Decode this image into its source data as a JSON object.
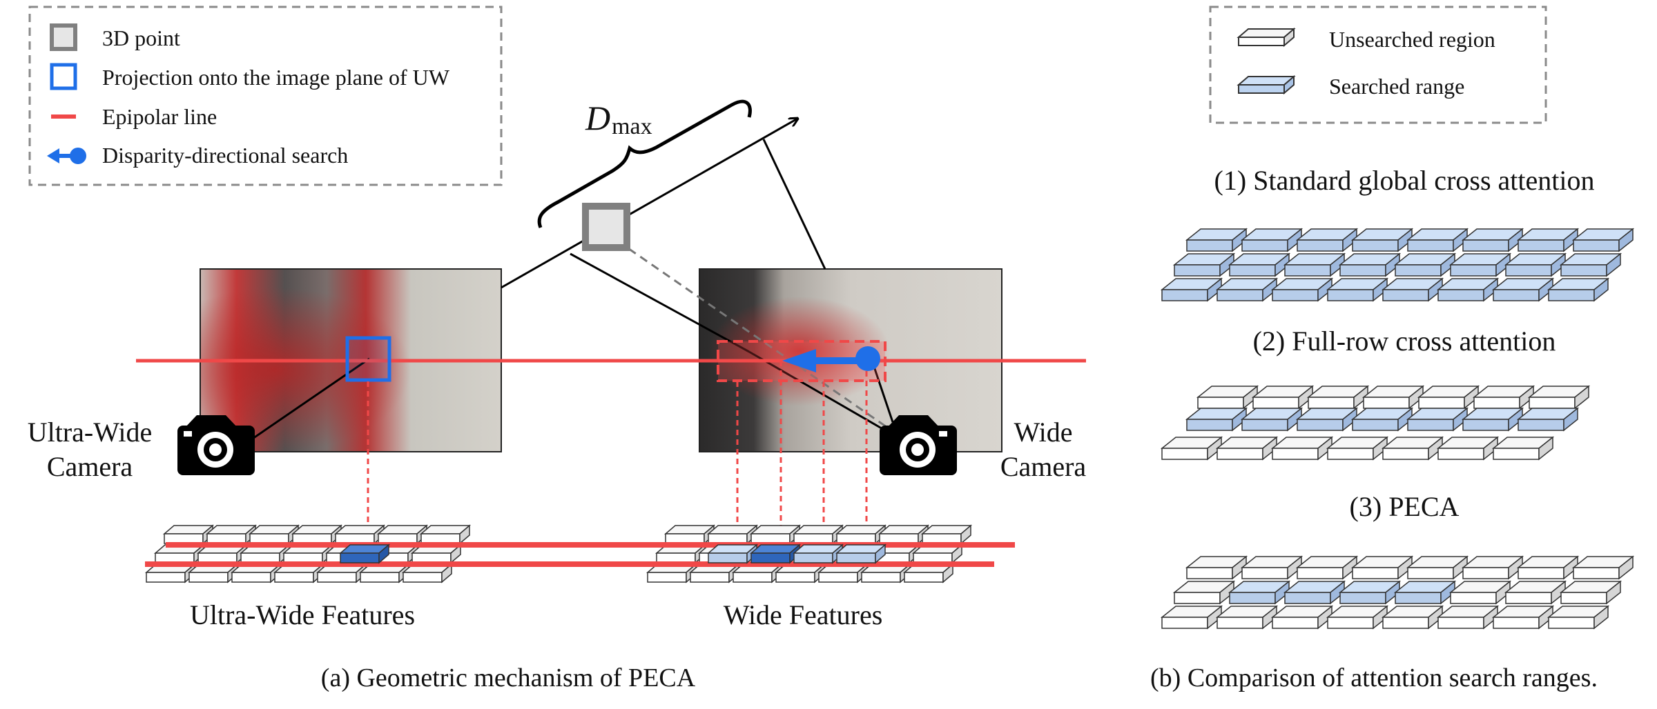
{
  "legend_left": [
    {
      "icon": "gray-square-icon",
      "label": "3D point"
    },
    {
      "icon": "blue-square-icon",
      "label": "Projection onto the image plane of UW"
    },
    {
      "icon": "red-line-icon",
      "label": "Epipolar line"
    },
    {
      "icon": "blue-arrow-dot-icon",
      "label": "Disparity-directional search"
    }
  ],
  "legend_right": [
    {
      "icon": "white-tile-icon",
      "label": "Unsearched region"
    },
    {
      "icon": "blue-tile-icon",
      "label": "Searched range"
    }
  ],
  "dmax": {
    "main": "D",
    "sub": "max"
  },
  "cameras": {
    "uw": {
      "line1": "Ultra-Wide",
      "line2": "Camera"
    },
    "wide": {
      "line1": "Wide",
      "line2": "Camera"
    }
  },
  "feature_labels": {
    "uw": "Ultra-Wide Features",
    "wide": "Wide Features"
  },
  "methods": [
    "(1) Standard global cross attention",
    "(2) Full-row cross attention",
    "(3) PECA"
  ],
  "captions": {
    "a": "(a) Geometric mechanism of PECA",
    "b": "(b) Comparison of attention search ranges."
  },
  "colors": {
    "epipolar_red": "#f04848",
    "search_blue": "#1f6fe8",
    "tile_blue": "#cfe1f7",
    "tile_white": "#f7f7f7",
    "point_gray": "#808080"
  }
}
